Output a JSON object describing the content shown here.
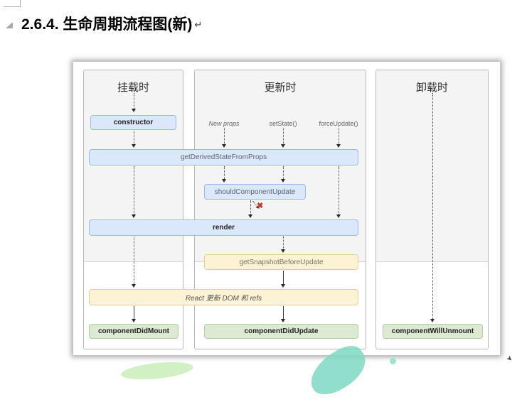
{
  "page": {
    "heading": "2.6.4. 生命周期流程图(新)",
    "paragraph_mark": "↵"
  },
  "diagram": {
    "columns": {
      "mount": {
        "title": "挂载时"
      },
      "update": {
        "title": "更新时"
      },
      "unmount": {
        "title": "卸载时"
      }
    },
    "triggers": {
      "new_props": "New props",
      "set_state": "setState()",
      "force_update": "forceUpdate()"
    },
    "boxes": {
      "constructor_box": "constructor",
      "get_derived_state_from_props": "getDerivedStateFromProps",
      "should_component_update": "shouldComponentUpdate",
      "render_box": "render",
      "get_snapshot_before_update": "getSnapshotBeforeUpdate",
      "react_updates_dom": "React 更新 DOM 和 refs",
      "component_did_mount": "componentDidMount",
      "component_did_update": "componentDidUpdate",
      "component_will_unmount": "componentWillUnmount"
    },
    "stop_mark": "✖",
    "colors": {
      "blue_fill": "#dbe7fb",
      "blue_border": "#9ab9e9",
      "yellow_fill": "#fcf3d4",
      "yellow_border": "#e4cf92",
      "green_fill": "#dcead3",
      "green_border": "#b2cfa2",
      "phase_bg": "#f4f4f4",
      "column_border": "#b8b8b8",
      "stop_red": "#c0392b"
    }
  },
  "icons": {
    "cursor_glyph": "➤"
  }
}
